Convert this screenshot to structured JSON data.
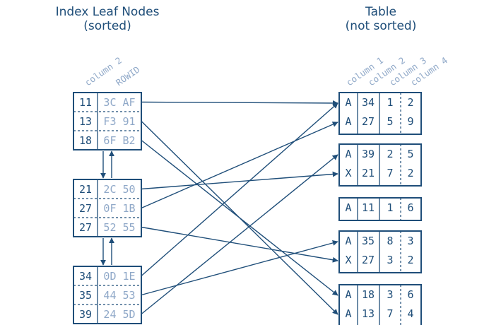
{
  "index_title": [
    "Index Leaf Nodes",
    "(sorted)"
  ],
  "table_title": [
    "Table",
    "(not sorted)"
  ],
  "index_columns": [
    "column 2",
    "ROWID"
  ],
  "table_columns": [
    "column 1",
    "column 2",
    "column 3",
    "column 4"
  ],
  "index_nodes": [
    {
      "rows": [
        {
          "key": "11",
          "rowid": "3C AF",
          "target": [
            0,
            0
          ]
        },
        {
          "key": "13",
          "rowid": "F3 91",
          "target": [
            4,
            1
          ]
        },
        {
          "key": "18",
          "rowid": "6F B2",
          "target": [
            4,
            0
          ]
        }
      ]
    },
    {
      "rows": [
        {
          "key": "21",
          "rowid": "2C 50",
          "target": [
            1,
            1
          ]
        },
        {
          "key": "27",
          "rowid": "0F 1B",
          "target": [
            0,
            1
          ]
        },
        {
          "key": "27",
          "rowid": "52 55",
          "target": [
            3,
            1
          ]
        }
      ]
    },
    {
      "rows": [
        {
          "key": "34",
          "rowid": "0D 1E",
          "target": [
            0,
            0
          ]
        },
        {
          "key": "35",
          "rowid": "44 53",
          "target": [
            3,
            0
          ]
        },
        {
          "key": "39",
          "rowid": "24 5D",
          "target": [
            1,
            0
          ]
        }
      ]
    }
  ],
  "table_blocks": [
    {
      "rows": [
        [
          "A",
          "34",
          "1",
          "2"
        ],
        [
          "A",
          "27",
          "5",
          "9"
        ]
      ]
    },
    {
      "rows": [
        [
          "A",
          "39",
          "2",
          "5"
        ],
        [
          "X",
          "21",
          "7",
          "2"
        ]
      ]
    },
    {
      "rows": [
        [
          "A",
          "11",
          "1",
          "6"
        ]
      ]
    },
    {
      "rows": [
        [
          "A",
          "35",
          "8",
          "3"
        ],
        [
          "X",
          "27",
          "3",
          "2"
        ]
      ]
    },
    {
      "rows": [
        [
          "A",
          "18",
          "3",
          "6"
        ],
        [
          "A",
          "13",
          "7",
          "4"
        ]
      ]
    }
  ]
}
